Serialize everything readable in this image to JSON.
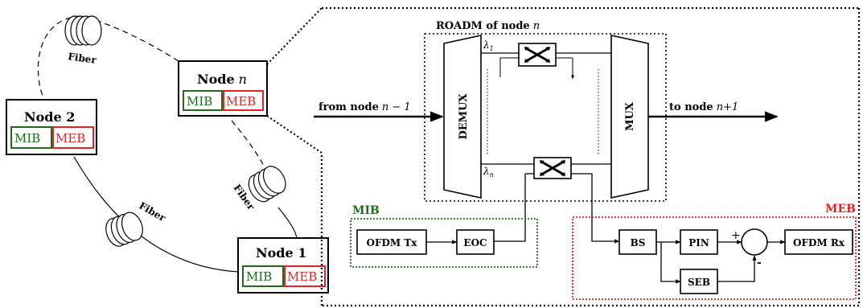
{
  "ring": {
    "node_n": {
      "label": "Node",
      "var": "n"
    },
    "node_2": {
      "label": "Node 2"
    },
    "node_1": {
      "label": "Node 1"
    },
    "mib": "MIB",
    "meb": "MEB",
    "fiber": "Fiber"
  },
  "roadm": {
    "title": "ROADM of node",
    "title_var": "n",
    "demux": "DEMUX",
    "mux": "MUX",
    "lambda_1": "λ",
    "lambda_1_sub": "1",
    "lambda_n": "λ",
    "lambda_n_sub": "n",
    "from_node": "from node",
    "from_node_var": "n − 1",
    "to_node": "to node",
    "to_node_var": "n+1"
  },
  "mib_block": {
    "label": "MIB",
    "ofdm_tx": "OFDM Tx",
    "eoc": "EOC"
  },
  "meb_block": {
    "label": "MEB",
    "bs": "BS",
    "pin": "PIN",
    "seb": "SEB",
    "ofdm_rx": "OFDM Rx",
    "plus": "+",
    "minus": "-"
  },
  "colors": {
    "mib_green": "#1e6b1e",
    "meb_red": "#e8201e"
  }
}
